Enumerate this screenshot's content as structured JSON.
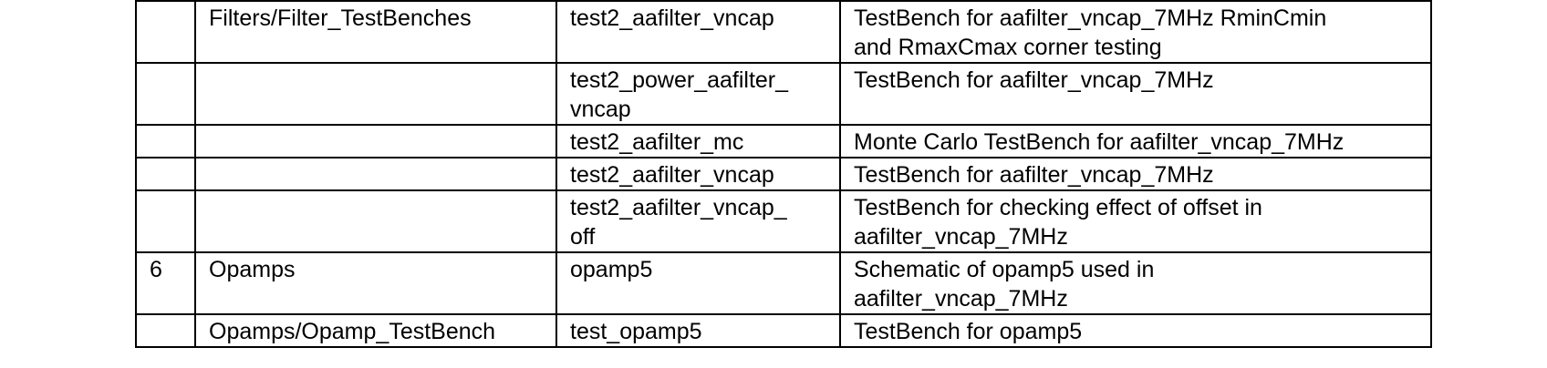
{
  "table": {
    "rows": [
      {
        "num": "",
        "library": "Filters/Filter_TestBenches",
        "cell": "test2_aafilter_vncap",
        "description": "TestBench for aafilter_vncap_7MHz RminCmin\nand RmaxCmax corner testing"
      },
      {
        "num": "",
        "library": "",
        "cell": "test2_power_aafilter_\nvncap",
        "description": "TestBench for aafilter_vncap_7MHz"
      },
      {
        "num": "",
        "library": "",
        "cell": "test2_aafilter_mc",
        "description": "Monte Carlo TestBench for aafilter_vncap_7MHz"
      },
      {
        "num": "",
        "library": "",
        "cell": "test2_aafilter_vncap",
        "description": "TestBench for aafilter_vncap_7MHz"
      },
      {
        "num": "",
        "library": "",
        "cell": "test2_aafilter_vncap_\noff",
        "description": "TestBench for checking effect of offset in\naafilter_vncap_7MHz"
      },
      {
        "num": "6",
        "library": "Opamps",
        "cell": "opamp5",
        "description": "Schematic of opamp5 used in\naafilter_vncap_7MHz"
      },
      {
        "num": "",
        "library": "Opamps/Opamp_TestBench",
        "cell": "test_opamp5",
        "description": "TestBench for opamp5"
      }
    ]
  }
}
